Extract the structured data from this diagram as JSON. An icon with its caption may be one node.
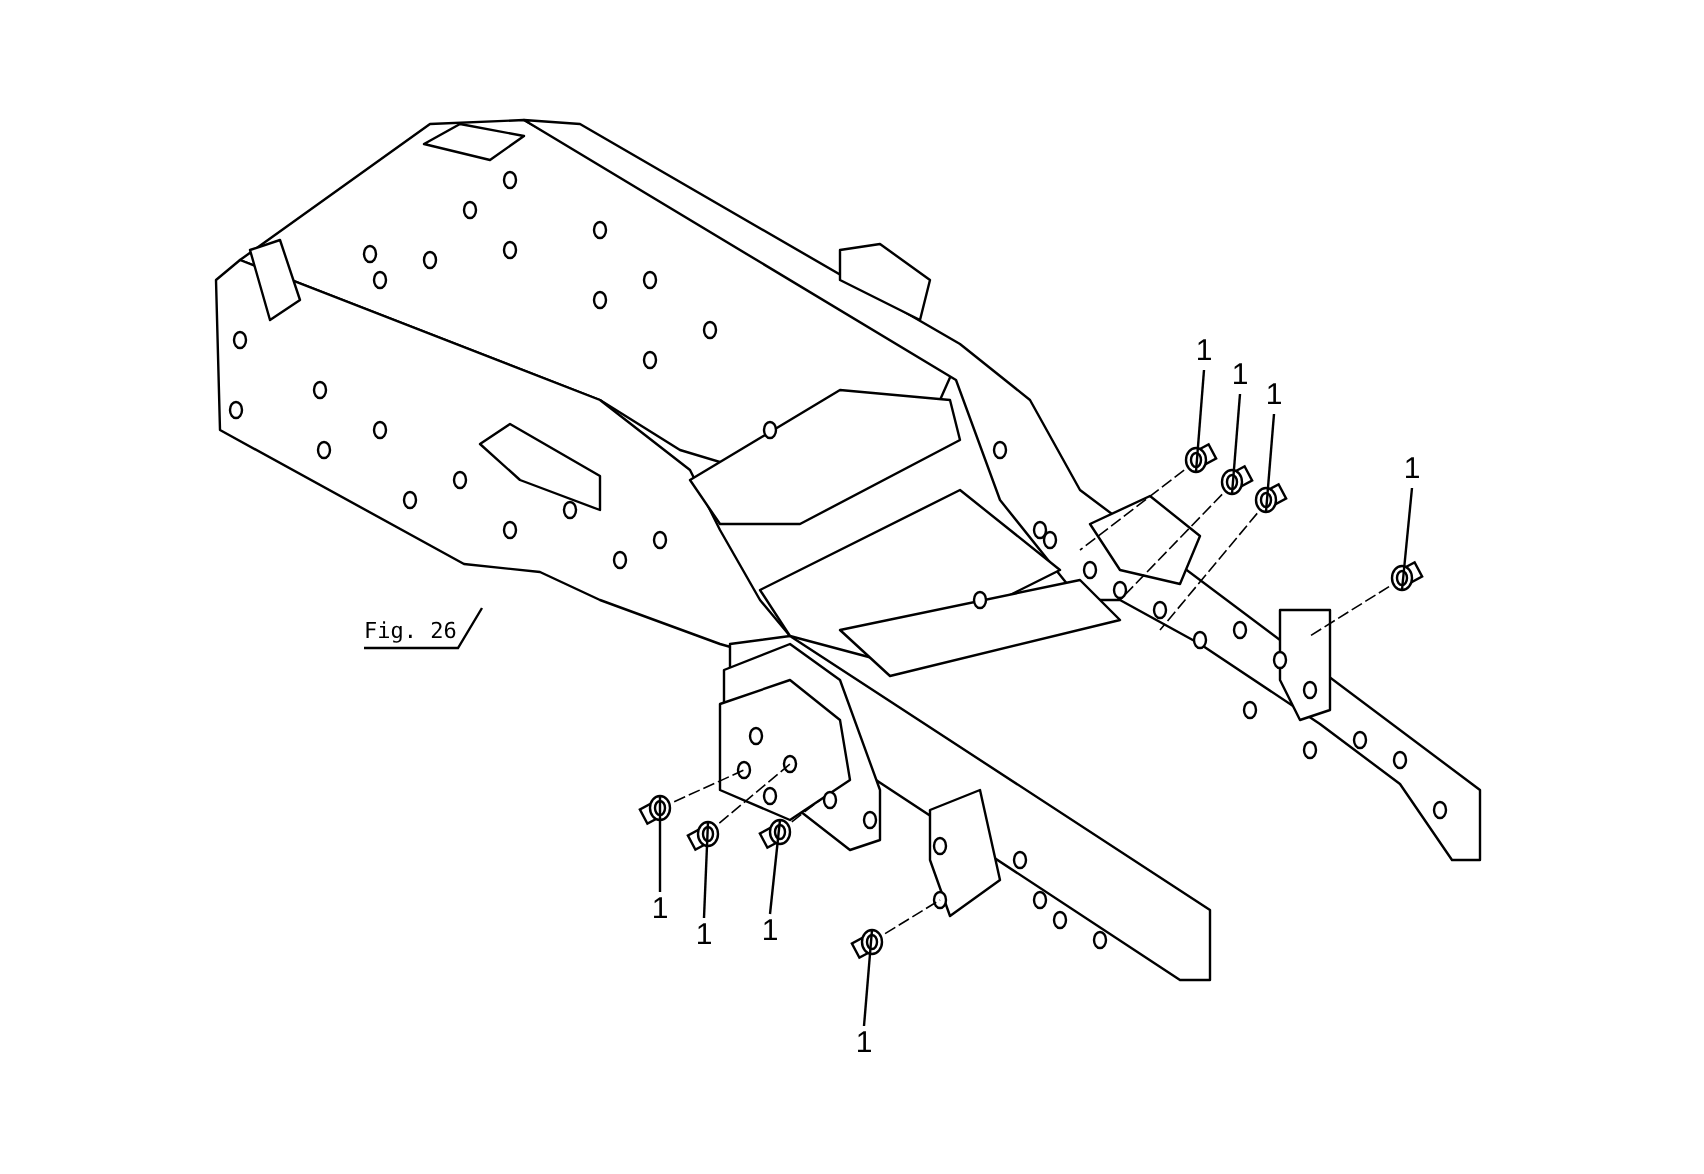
{
  "diagram": {
    "nodes": [
      {
        "text": [
          "Fig. 26"
        ]
      },
      {
        "text": [],
        "shape": "picture"
      },
      {
        "text": [
          "1"
        ]
      },
      {
        "text": [
          "1"
        ]
      },
      {
        "text": [
          "1"
        ]
      },
      {
        "text": [
          "1"
        ]
      },
      {
        "text": [
          "1"
        ]
      },
      {
        "text": [
          "1"
        ]
      },
      {
        "text": [
          "1"
        ]
      },
      {
        "text": [
          "1"
        ]
      },
      {
        "text": [],
        "shape": "picture"
      },
      {
        "text": [],
        "shape": "picture"
      },
      {
        "text": [],
        "shape": "picture"
      },
      {
        "text": [],
        "shape": "picture"
      },
      {
        "text": [],
        "shape": "picture"
      },
      {
        "text": [],
        "shape": "picture"
      },
      {
        "text": [],
        "shape": "picture"
      },
      {
        "text": [],
        "shape": "picture"
      }
    ],
    "edges": [
      {
        "from": 0,
        "to": 1,
        "arrow": "none"
      },
      {
        "from": 2,
        "to": 10,
        "arrow": "none"
      },
      {
        "from": 3,
        "to": 11,
        "arrow": "none"
      },
      {
        "from": 4,
        "to": 12,
        "arrow": "none"
      },
      {
        "from": 5,
        "to": 13,
        "arrow": "none"
      },
      {
        "from": 6,
        "to": 14,
        "arrow": "none"
      },
      {
        "from": 7,
        "to": 15,
        "arrow": "none"
      },
      {
        "from": 8,
        "to": 16,
        "arrow": "none"
      },
      {
        "from": 9,
        "to": 17,
        "arrow": "none"
      }
    ]
  }
}
